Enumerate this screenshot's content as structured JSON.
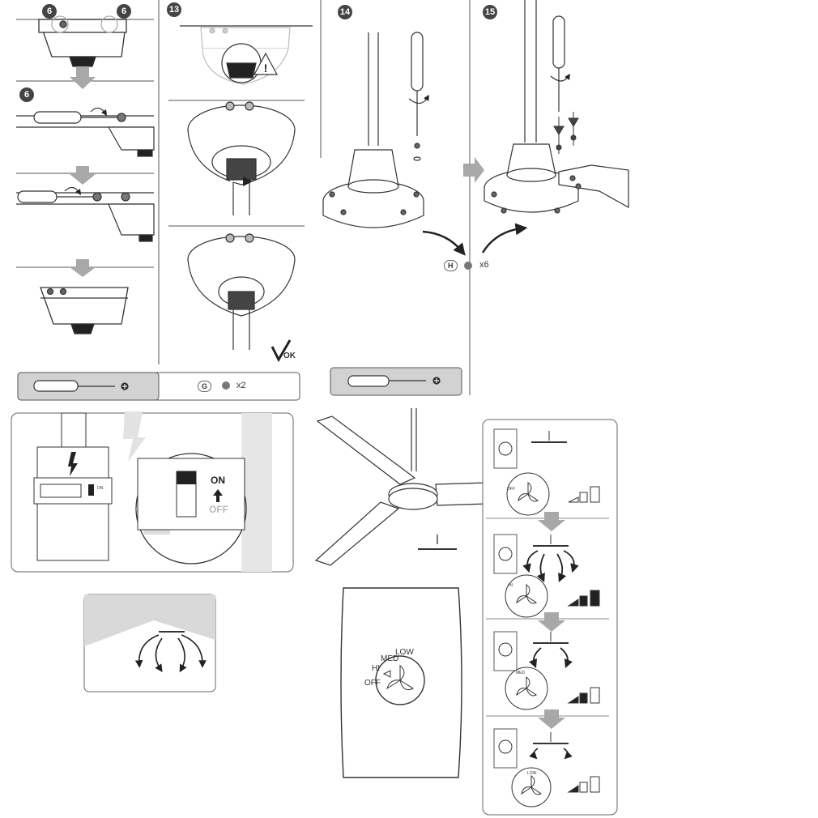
{
  "steps": {
    "s6a": "6",
    "s6b": "6",
    "s6c": "6",
    "s13": "13",
    "s14": "14",
    "s15": "15"
  },
  "labels": {
    "ok": "OK",
    "code_g": "G",
    "qty_g": "x2",
    "code_h": "H",
    "qty_h": "x6",
    "switch_on": "ON",
    "switch_off": "OFF",
    "breaker_on": "ON",
    "ctrl_low": "LOW",
    "ctrl_med": "MED",
    "ctrl_hi": "HI",
    "ctrl_off": "OFF",
    "knob_off": "OFF",
    "knob_hi": "HI",
    "knob_med": "MED",
    "knob_low": "LOW"
  },
  "icons": {
    "screwdriver": "screwdriver-icon",
    "screw": "screw-icon",
    "lightning": "lightning-icon",
    "warning": "warning-icon",
    "check": "check-icon",
    "down_arrow": "down-arrow-icon",
    "right_arrow": "right-arrow-icon",
    "fan": "fan-icon"
  },
  "colors": {
    "line": "#333333",
    "gray_bar": "#d2d2d2",
    "arrow_gray": "#a8a8a8",
    "badge": "#444444"
  }
}
